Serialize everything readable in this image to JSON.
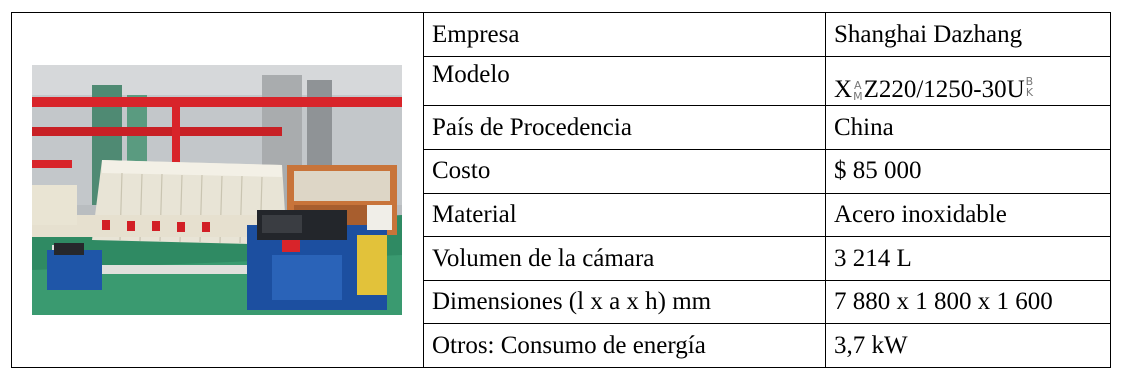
{
  "table": {
    "rows": [
      {
        "label": "Empresa",
        "value": "Shanghai Dazhang"
      },
      {
        "label": "Modelo",
        "value": "X▓Z220/1250-30U▓"
      },
      {
        "label": "País de Procedencia",
        "value": "China"
      },
      {
        "label": "Costo",
        "value": "$ 85 000"
      },
      {
        "label": "Material",
        "value": "Acero inoxidable"
      },
      {
        "label": "Volumen de la cámara",
        "value": "3 214 L"
      },
      {
        "label": "Dimensiones (l x a x h) mm",
        "value": "7 880 x 1 800 x 1 600"
      },
      {
        "label": "Otros: Consumo de energía",
        "value": "3,7 kW"
      }
    ]
  },
  "model_code": {
    "prefix": "X",
    "glyph1_top": "A",
    "glyph1_bottom": "M",
    "middle": "Z220/1250-30U",
    "glyph2_top": "B",
    "glyph2_bottom": "K"
  }
}
